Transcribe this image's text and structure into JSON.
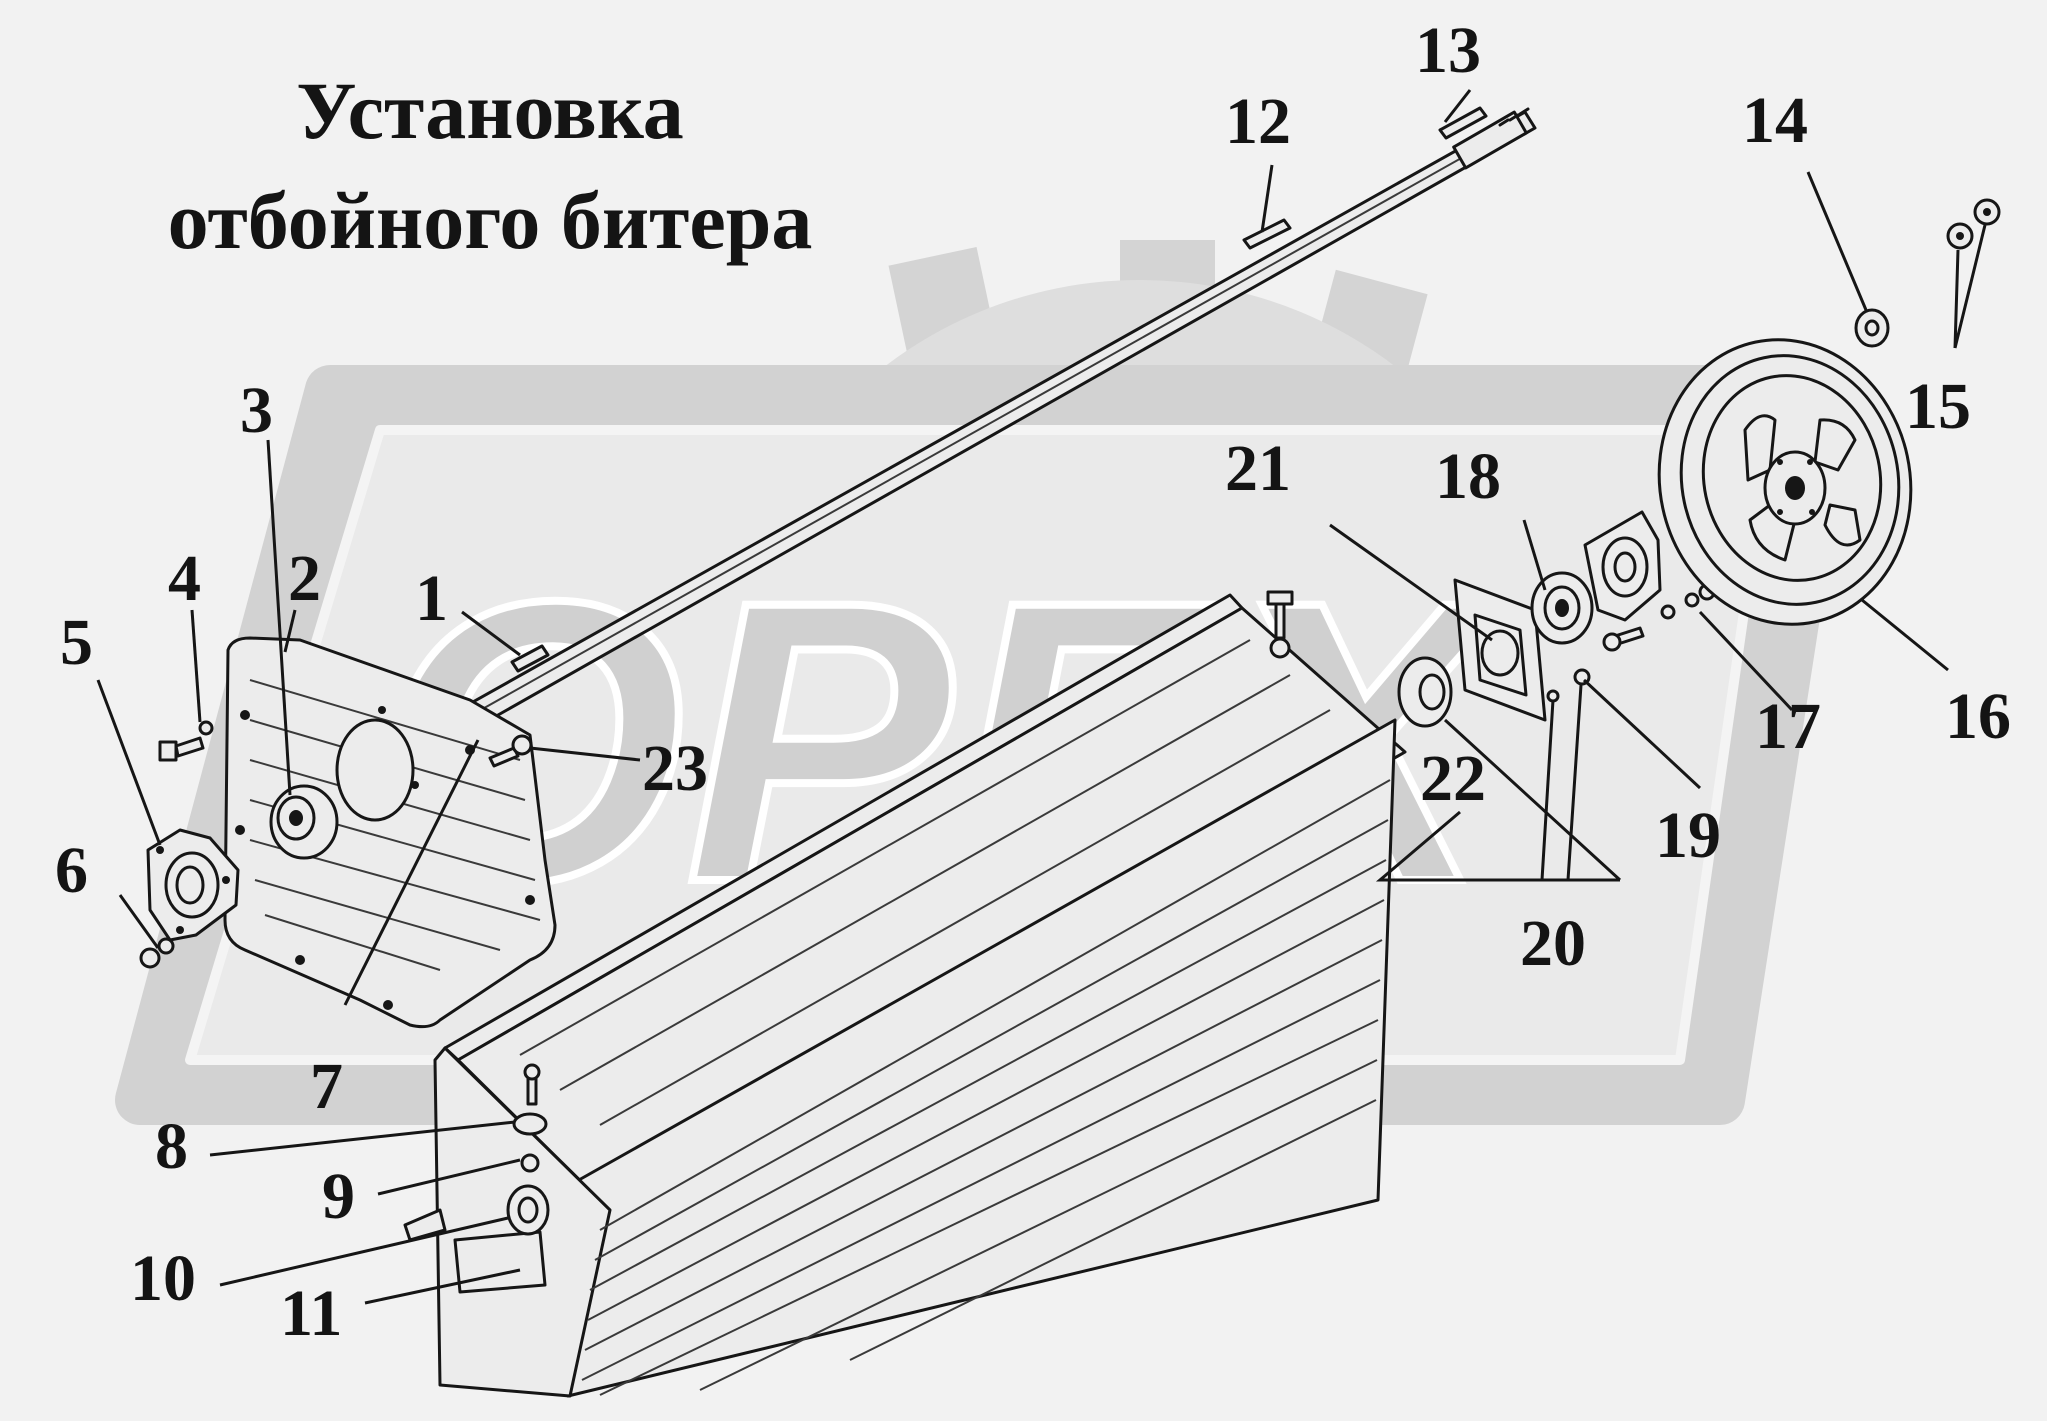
{
  "title": {
    "line1": "Установка",
    "line2": "отбойного битера"
  },
  "watermark": {
    "text": "OPEX",
    "color": "#d2d2d2"
  },
  "callouts": [
    "1",
    "2",
    "3",
    "4",
    "5",
    "6",
    "7",
    "8",
    "9",
    "10",
    "11",
    "12",
    "13",
    "14",
    "15",
    "16",
    "17",
    "18",
    "19",
    "20",
    "21",
    "22",
    "23"
  ],
  "colors": {
    "background": "#f2f2f2",
    "ink": "#161616",
    "watermark": "#d2d2d2"
  }
}
